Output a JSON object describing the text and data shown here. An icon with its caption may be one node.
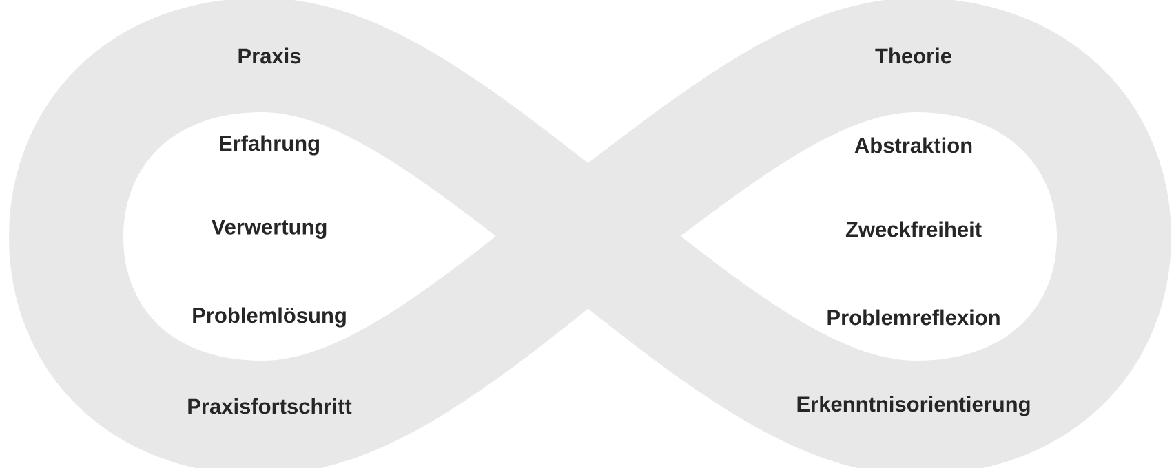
{
  "diagram": {
    "labels": [
      "Praxis",
      "Theorie",
      "Erfahrung",
      "Abstraktion",
      "Verwertung",
      "Zweckfreiheit",
      "Problemlösung",
      "Problemreflexion",
      "Praxisfortschritt",
      "Erkenntnisorientierung"
    ]
  }
}
